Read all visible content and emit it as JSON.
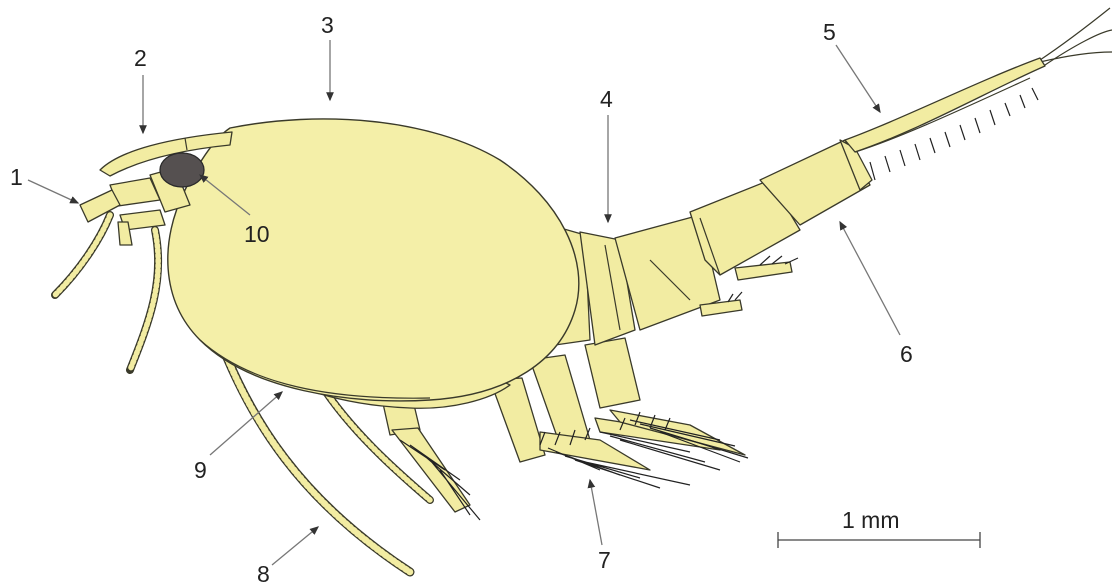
{
  "labels": {
    "l1": "1",
    "l2": "2",
    "l3": "3",
    "l4": "4",
    "l5": "5",
    "l6": "6",
    "l7": "7",
    "l8": "8",
    "l9": "9",
    "l10": "10"
  },
  "scale_bar": {
    "text": "1 mm"
  },
  "colors": {
    "body": "#f4efa8",
    "outline": "#3a3a2a",
    "eye": "#555050",
    "leader": "#777777"
  }
}
